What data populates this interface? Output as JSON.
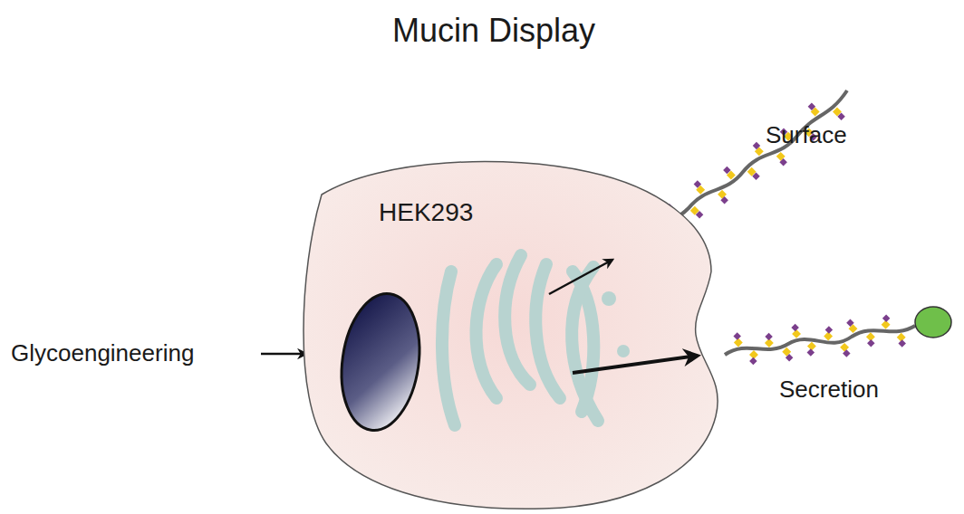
{
  "diagram": {
    "title": "Mucin Display",
    "nodes": [
      {
        "text": [
          "HEK293"
        ]
      }
    ],
    "labels": [
      "Glycoengineering",
      "Surface",
      "Secretion"
    ]
  }
}
